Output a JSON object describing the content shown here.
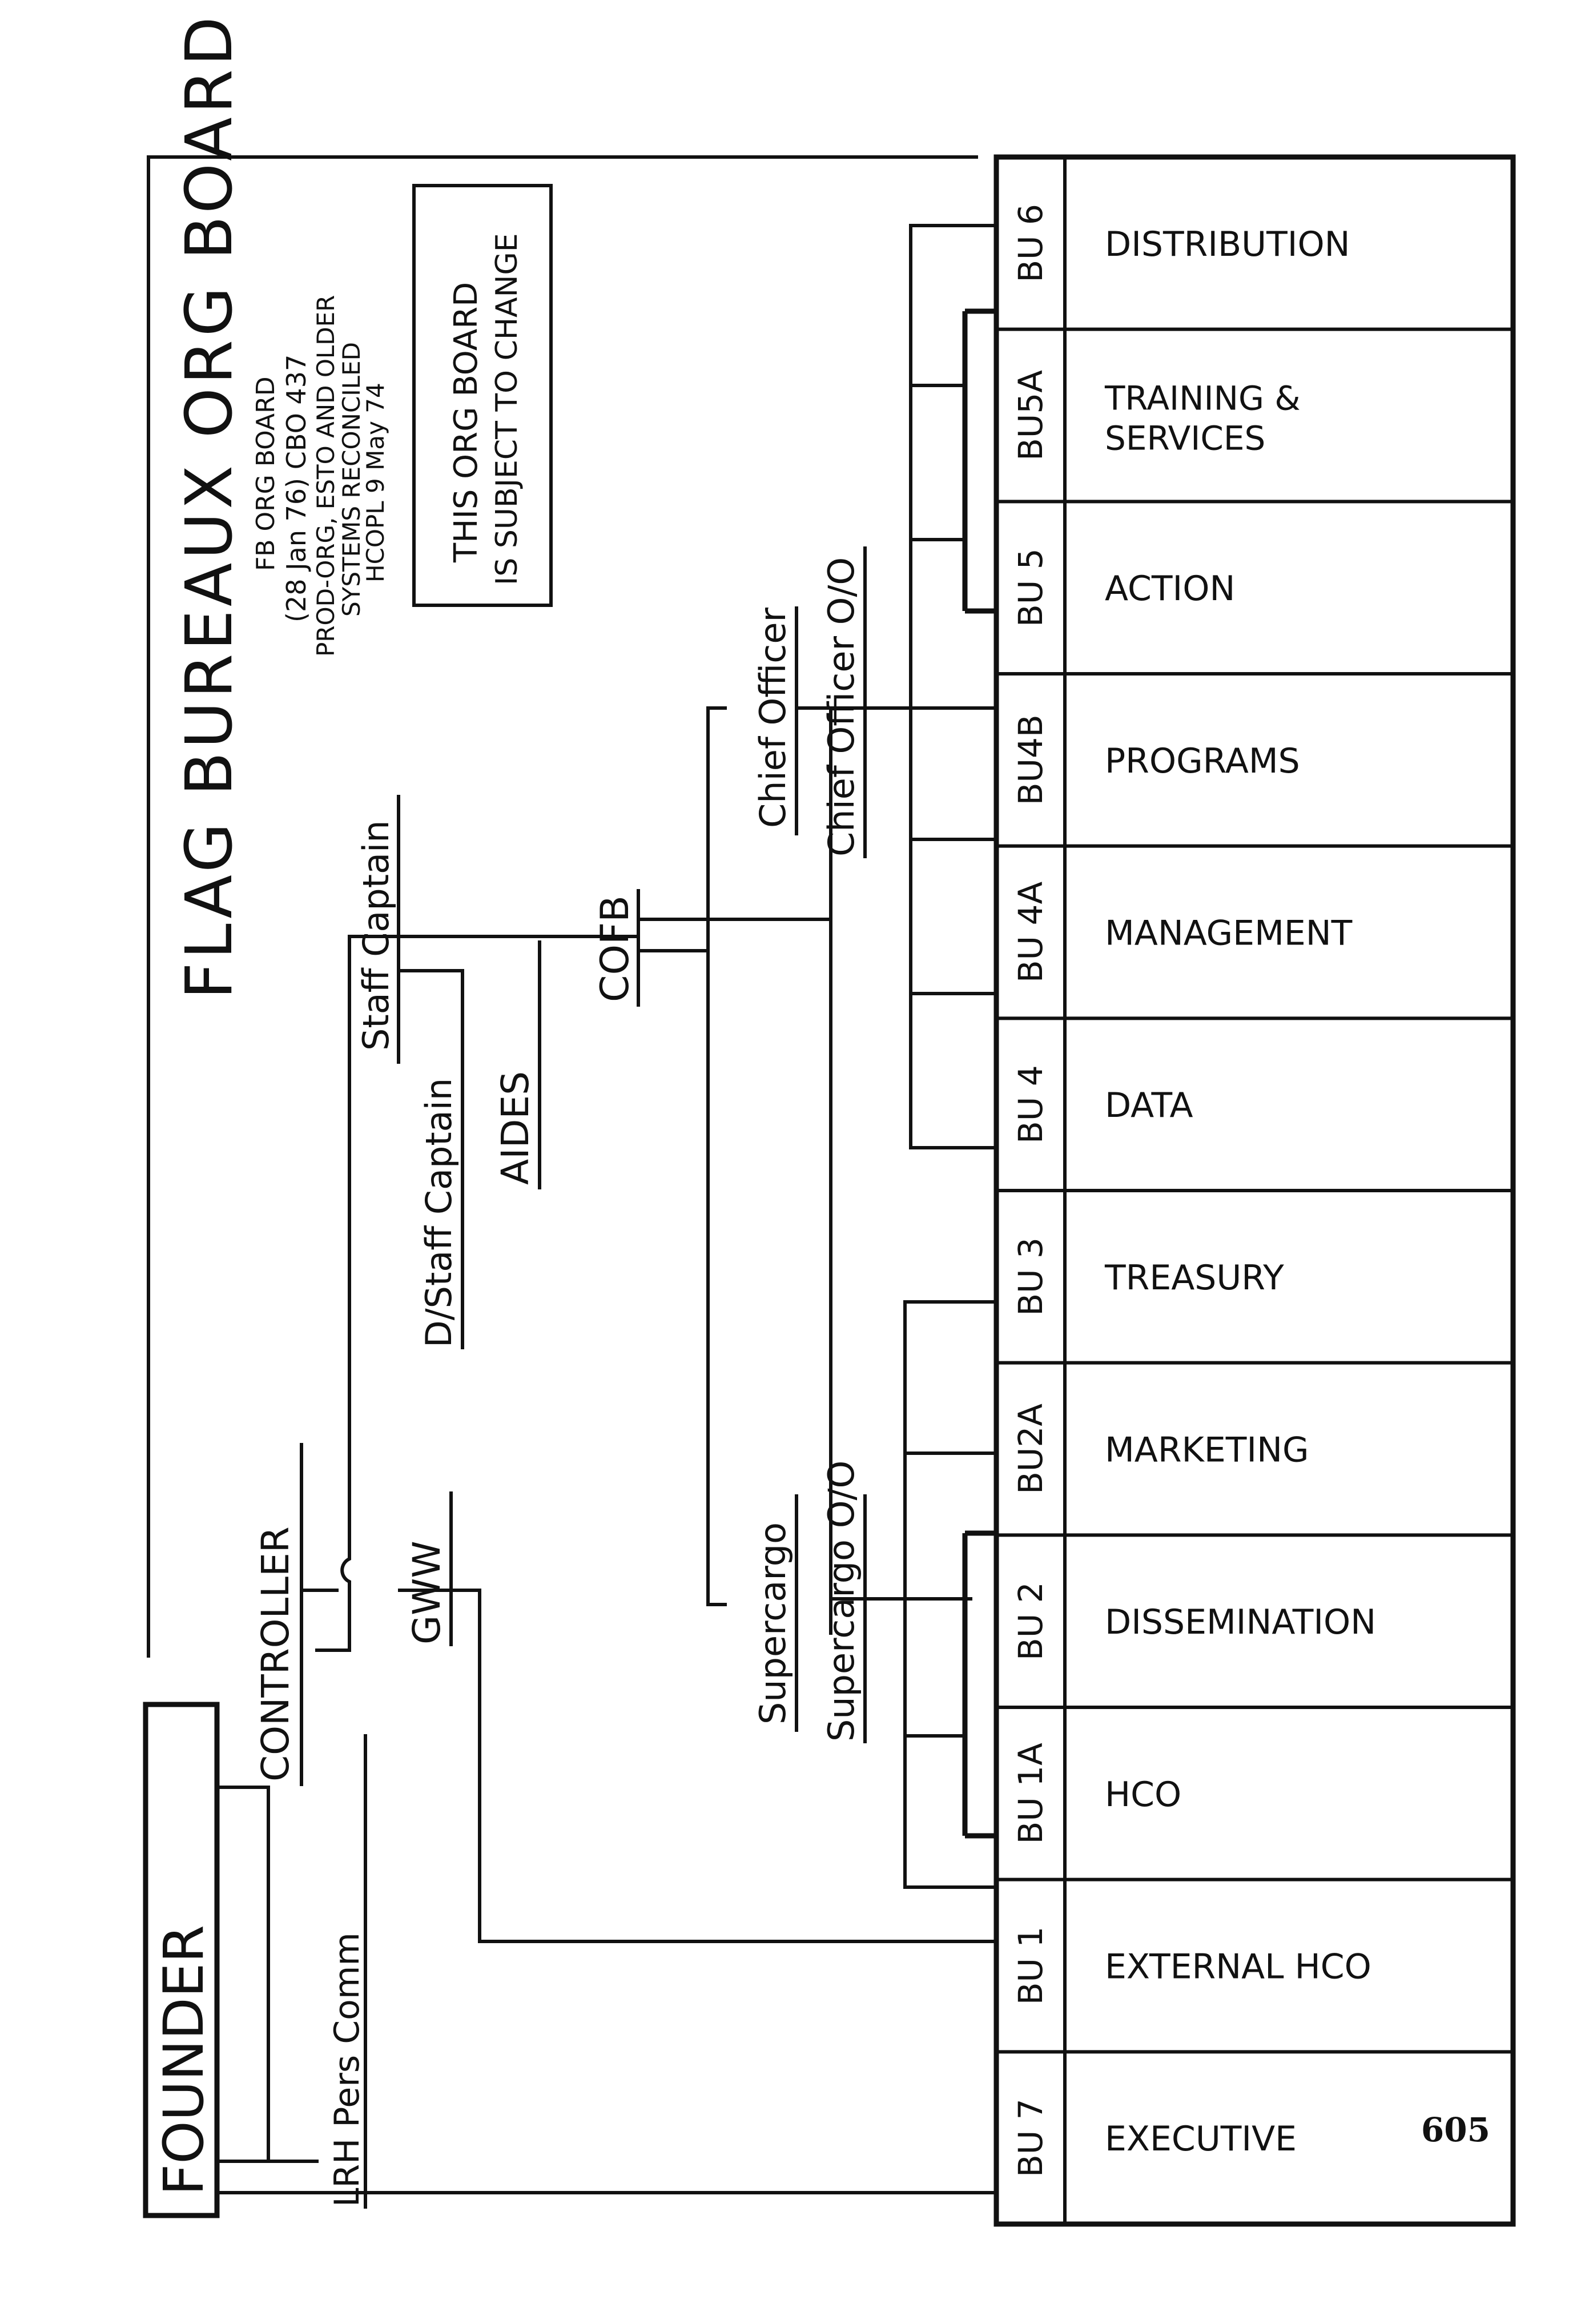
{
  "title": "FLAG BUREAUX ORG BOARD",
  "subtitle_lines": [
    "FB ORG BOARD",
    "(28 Jan 76)   CBO 437",
    "PROD-ORG, ESTO AND OLDER",
    "SYSTEMS RECONCILED",
    "HCOPL 9 May 74"
  ],
  "notice_lines": [
    "THIS ORG BOARD",
    "IS SUBJECT TO CHANGE"
  ],
  "founder": "FOUNDER",
  "posts": {
    "lrh_pers_comm": "LRH Pers Comm",
    "controller": "CONTROLLER",
    "gww": "GWW",
    "staff_captain": "Staff Captain",
    "d_staff_captain": "D/Staff Captain",
    "aides": "AIDES",
    "cofb": "COFB",
    "chief_officer": "Chief Officer",
    "chief_officer_oo": "Chief Officer O/O",
    "supercargo": "Supercargo",
    "supercargo_oo": "Supercargo O/O"
  },
  "bureaux": [
    {
      "code": "BU 6",
      "name": "DISTRIBUTION"
    },
    {
      "code": "BU5A",
      "name": "TRAINING &",
      "name2": "SERVICES"
    },
    {
      "code": "BU 5",
      "name": "ACTION"
    },
    {
      "code": "BU4B",
      "name": "PROGRAMS"
    },
    {
      "code": "BU 4A",
      "name": "MANAGEMENT"
    },
    {
      "code": "BU 4",
      "name": "DATA"
    },
    {
      "code": "BU 3",
      "name": "TREASURY"
    },
    {
      "code": "BU2A",
      "name": "MARKETING"
    },
    {
      "code": "BU 2",
      "name": "DISSEMINATION"
    },
    {
      "code": "BU 1A",
      "name": "HCO"
    },
    {
      "code": "BU 1",
      "name": "EXTERNAL HCO"
    },
    {
      "code": "BU 7",
      "name": "EXECUTIVE"
    }
  ],
  "page_number": "605"
}
